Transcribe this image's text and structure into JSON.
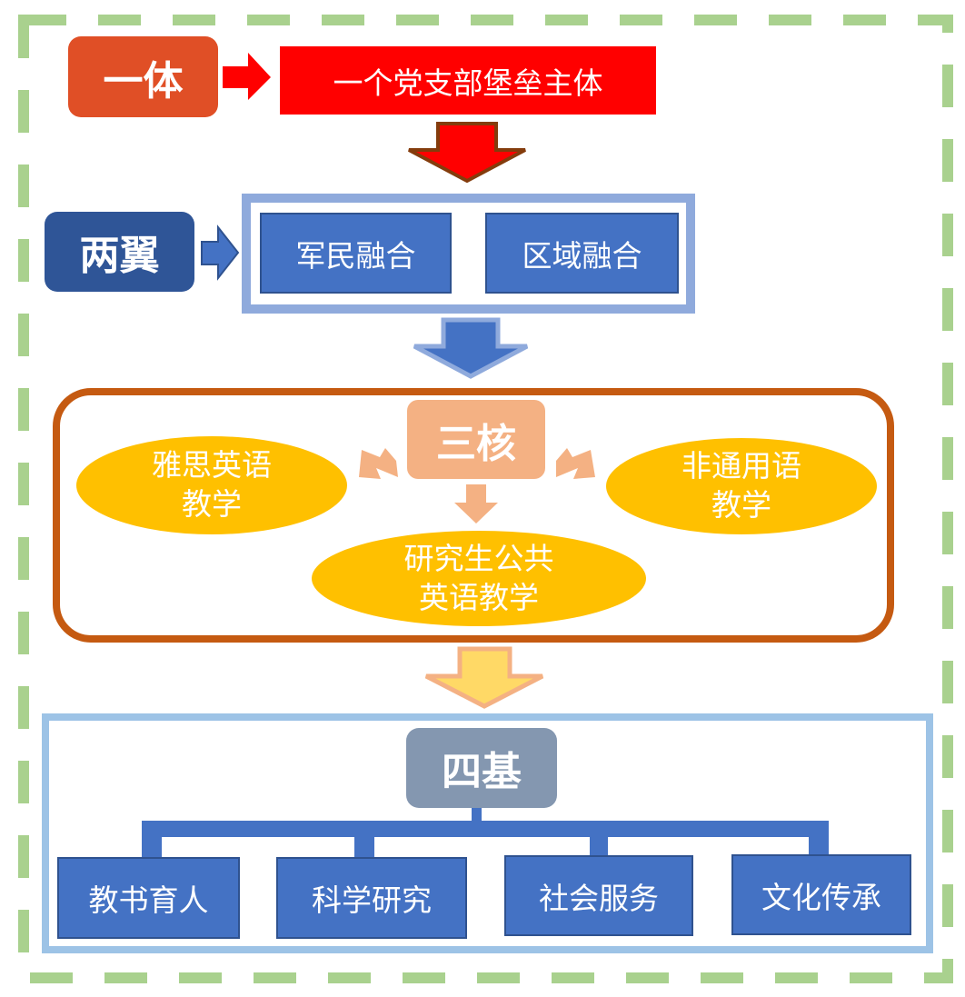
{
  "title": "一体两翼三核四基",
  "colors": {
    "frame_dash": "#a9d18e",
    "level1": "#e04f26",
    "level1_box": "#ff0000",
    "level2": "#2f5597",
    "level2_box": "#4472c4",
    "level3": "#f4b183",
    "level3_frame": "#c55a11",
    "level3_item": "#ffc000",
    "level4": "#8497b0",
    "level4_box": "#4472c4"
  },
  "levels": [
    {
      "label": "一体",
      "items": [
        "一个党支部堡垒主体"
      ]
    },
    {
      "label": "两翼",
      "items": [
        "军民融合",
        "区域融合"
      ]
    },
    {
      "label": "三核",
      "items": [
        {
          "line1": "雅思英语",
          "line2": "教学"
        },
        {
          "line1": "非通用语",
          "line2": "教学"
        },
        {
          "line1": "研究生公共",
          "line2": "英语教学"
        }
      ]
    },
    {
      "label": "四基",
      "items": [
        "教书育人",
        "科学研究",
        "社会服务",
        "文化传承"
      ]
    }
  ]
}
